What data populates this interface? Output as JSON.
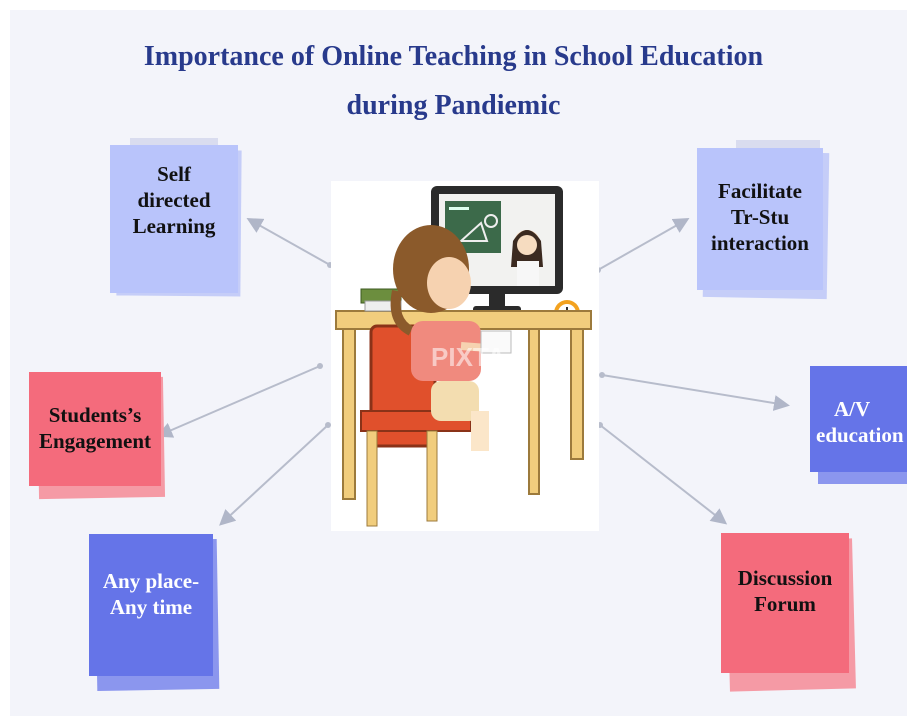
{
  "title": {
    "line1": "Importance of Online Teaching in School Education",
    "line2": "during Pandiemic"
  },
  "colors": {
    "title": "#283a8c",
    "light_blue_note": "#b9c4fb",
    "pink_note": "#f46b7c",
    "blue_note": "#6574e8"
  },
  "center_image": {
    "description_icon": "student-at-computer-illustration",
    "watermark": "PIXTA"
  },
  "notes": {
    "self_directed": [
      "Self",
      "directed",
      "Learning"
    ],
    "facilitate": [
      "Facilitate",
      "Tr-Stu",
      "interaction"
    ],
    "engagement": [
      "Students’s",
      "Engagement"
    ],
    "av": [
      "A/V",
      "education"
    ],
    "any_place": [
      "Any place-",
      "Any time"
    ],
    "discussion": [
      "Discussion",
      "Forum"
    ]
  }
}
